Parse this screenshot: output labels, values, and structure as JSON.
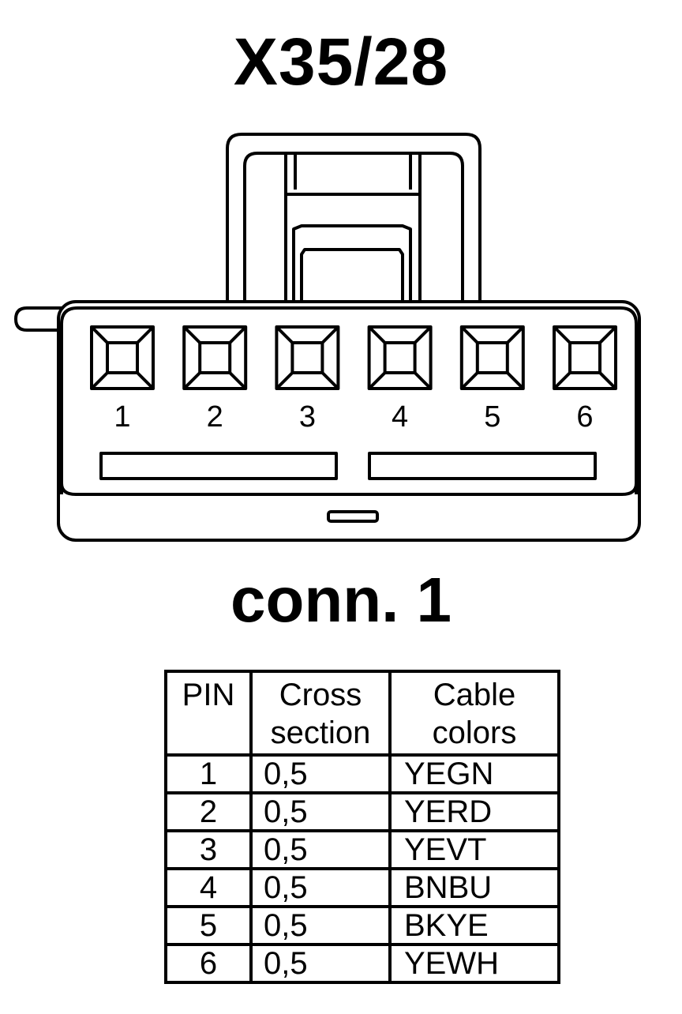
{
  "title": "X35/28",
  "connector_label": "conn. 1",
  "pins": [
    "1",
    "2",
    "3",
    "4",
    "5",
    "6"
  ],
  "table": {
    "headers": {
      "pin": [
        "PIN"
      ],
      "cross_section": [
        "Cross",
        "section"
      ],
      "cable_colors": [
        "Cable",
        "colors"
      ]
    },
    "rows": [
      {
        "pin": "1",
        "cross_section": "0,5",
        "color": "YEGN"
      },
      {
        "pin": "2",
        "cross_section": "0,5",
        "color": "YERD"
      },
      {
        "pin": "3",
        "cross_section": "0,5",
        "color": "YEVT"
      },
      {
        "pin": "4",
        "cross_section": "0,5",
        "color": "BNBU"
      },
      {
        "pin": "5",
        "cross_section": "0,5",
        "color": "BKYE"
      },
      {
        "pin": "6",
        "cross_section": "0,5",
        "color": "YEWH"
      }
    ]
  },
  "colors": {
    "line": "#000000",
    "background": "#ffffff"
  }
}
